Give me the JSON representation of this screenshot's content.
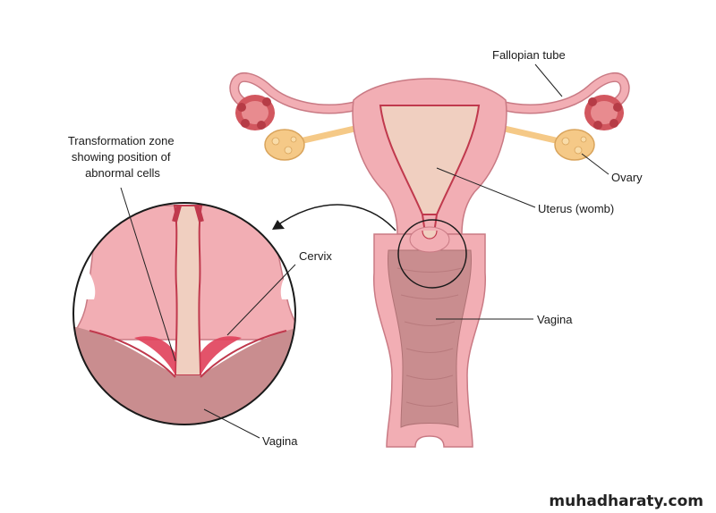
{
  "labels": {
    "fallopian_tube": "Fallopian tube",
    "ovary": "Ovary",
    "uterus": "Uterus (womb)",
    "vagina_main": "Vagina",
    "cervix": "Cervix",
    "vagina_inset": "Vagina",
    "transformation_zone": [
      "Transformation zone",
      "showing position of",
      "abnormal cells"
    ]
  },
  "watermark": "muhadharaty.com",
  "colors": {
    "tissue_pink": "#f2aeb4",
    "tissue_outline": "#c97a84",
    "lining_red": "#c0394d",
    "cavity_beige": "#f0cfc0",
    "ovary_yellow": "#f5c987",
    "fimbriae_red": "#d2575f",
    "vagina_wall": "#c98d8f",
    "abnormal_cells": "#e0405a"
  }
}
